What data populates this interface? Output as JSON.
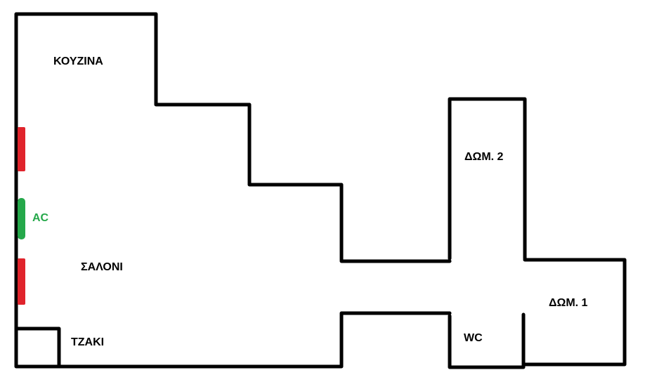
{
  "rooms": {
    "kitchen": "ΚΟΥΖΙΝΑ",
    "living_room": "ΣΑΛΟΝΙ",
    "fireplace": "ΤΖΑΚΙ",
    "bedroom_2": "ΔΩΜ. 2",
    "bedroom_1": "ΔΩΜ. 1",
    "wc": "WC"
  },
  "units": {
    "ac_label": "AC"
  },
  "colors": {
    "wall": "#000000",
    "radiator": "#e0242c",
    "ac": "#25a84a",
    "background": "#ffffff"
  }
}
